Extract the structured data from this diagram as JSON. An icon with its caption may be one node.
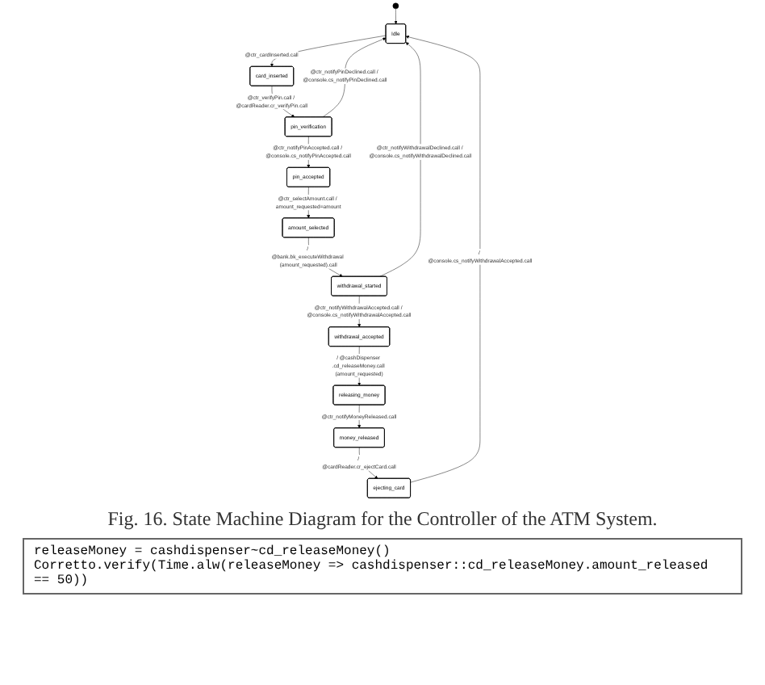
{
  "diagram": {
    "caption": "Fig. 16. State Machine Diagram for the Controller of the ATM System.",
    "nodes": [
      {
        "text": [],
        "shape": "circle"
      },
      {
        "text": [
          "Idle"
        ]
      },
      {
        "text": [
          "card_inserted"
        ]
      },
      {
        "text": [
          "pin_verification"
        ]
      },
      {
        "text": [
          "pin_accepted"
        ]
      },
      {
        "text": [
          "amount_selected"
        ]
      },
      {
        "text": [
          "withdrawal_started"
        ]
      },
      {
        "text": [
          "withdrawal_accepted"
        ]
      },
      {
        "text": [
          "releasing_money"
        ]
      },
      {
        "text": [
          "money_released"
        ]
      },
      {
        "text": [
          "ejecting_card"
        ]
      }
    ],
    "edges": [
      {
        "from": 0,
        "to": 1,
        "arrow": "to"
      },
      {
        "from": 1,
        "to": 2,
        "arrow": "to",
        "label": "@ctr_cardInserted.call"
      },
      {
        "from": 2,
        "to": 3,
        "arrow": "to",
        "label": "@ctr_verifyPin.call / @cardReader.cr_verifyPin.call"
      },
      {
        "from": 3,
        "to": 1,
        "arrow": "to",
        "label": "@ctr_notifyPinDeclined.call / @console.cs_notifyPinDeclined.call"
      },
      {
        "from": 3,
        "to": 4,
        "arrow": "to",
        "label": "@ctr_notifyPinAccepted.call / @console.cs_notifyPinAccepted.call"
      },
      {
        "from": 4,
        "to": 5,
        "arrow": "to",
        "label": "@ctr_selectAmount.call / amount_requested=amount"
      },
      {
        "from": 5,
        "to": 6,
        "arrow": "to",
        "label": "/ @bank.bk_executeWithdrawal (amount_requested).call"
      },
      {
        "from": 6,
        "to": 1,
        "arrow": "to",
        "label": "@ctr_notifyWithdrawalDeclined.call / @console.cs_notifyWithdrawalDeclined.call"
      },
      {
        "from": 6,
        "to": 7,
        "arrow": "to",
        "label": "@ctr_notifyWithdrawalAccepted.call / @console.cs_notifyWithdrawalAccepted.call"
      },
      {
        "from": 7,
        "to": 8,
        "arrow": "to",
        "label": "/ @cashDispenser .cd_releaseMoney.call (amount_requested)"
      },
      {
        "from": 8,
        "to": 9,
        "arrow": "to",
        "label": "@ctr_notifyMoneyReleased.call"
      },
      {
        "from": 9,
        "to": 10,
        "arrow": "to",
        "label": "/ @cardReader.cr_ejectCard.call"
      },
      {
        "from": 10,
        "to": 1,
        "arrow": "to",
        "label": "/ @console.cs_notifyWithdrawalAccepted.call"
      }
    ],
    "labels": [
      "releaseMoney = cashdispenser~cd_releaseMoney()",
      "Corretto.verify(Time.alw(releaseMoney => cashdispenser::cd_releaseMoney.amount_released == 50))"
    ]
  }
}
